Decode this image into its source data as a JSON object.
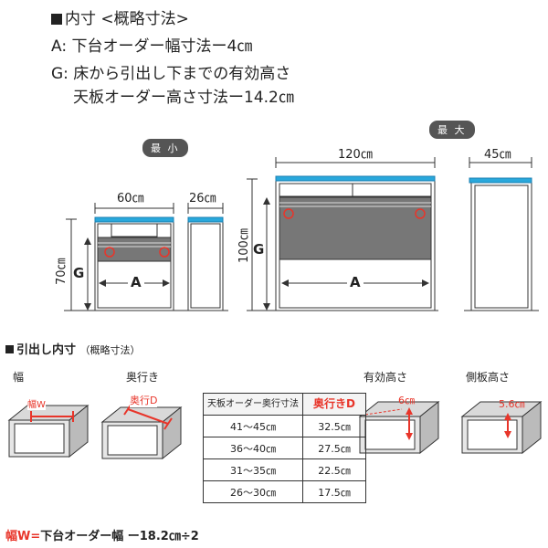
{
  "header": {
    "title": "内寸 <概略寸法>",
    "line_a": "A: 下台オーダー幅寸法ー4㎝",
    "line_g1": "G: 床から引出し下までの有効高さ",
    "line_g2": "天板オーダー高さ寸法ー14.2㎝"
  },
  "diagram": {
    "min_label": "最 小",
    "max_label": "最 大",
    "min_width": "60㎝",
    "min_depth": "26㎝",
    "min_height": "70㎝",
    "max_width": "120㎝",
    "max_depth": "45㎝",
    "max_height": "100㎝",
    "label_g": "G",
    "label_a": "A",
    "top_color": "#29a8dc",
    "circle_color": "#e8352a",
    "drawer_front_color": "#777777"
  },
  "section2": {
    "title": "引出し内寸",
    "subtitle": "（概略寸法）",
    "labels": [
      "幅",
      "奥行き",
      "有効高さ",
      "側板高さ"
    ],
    "tag_width": "幅W",
    "tag_depth": "奥行D",
    "tag_height": "6㎝",
    "tag_side": "5.6㎝"
  },
  "table": {
    "header_col1": "天板オーダー奥行寸法",
    "header_col2": "奥行きD",
    "rows": [
      [
        "41～45㎝",
        "32.5㎝"
      ],
      [
        "36～40㎝",
        "27.5㎝"
      ],
      [
        "31～35㎝",
        "22.5㎝"
      ],
      [
        "26～30㎝",
        "17.5㎝"
      ]
    ]
  },
  "footer": {
    "red_part": "幅W=",
    "rest": "下台オーダー幅 ー18.2㎝÷2"
  }
}
